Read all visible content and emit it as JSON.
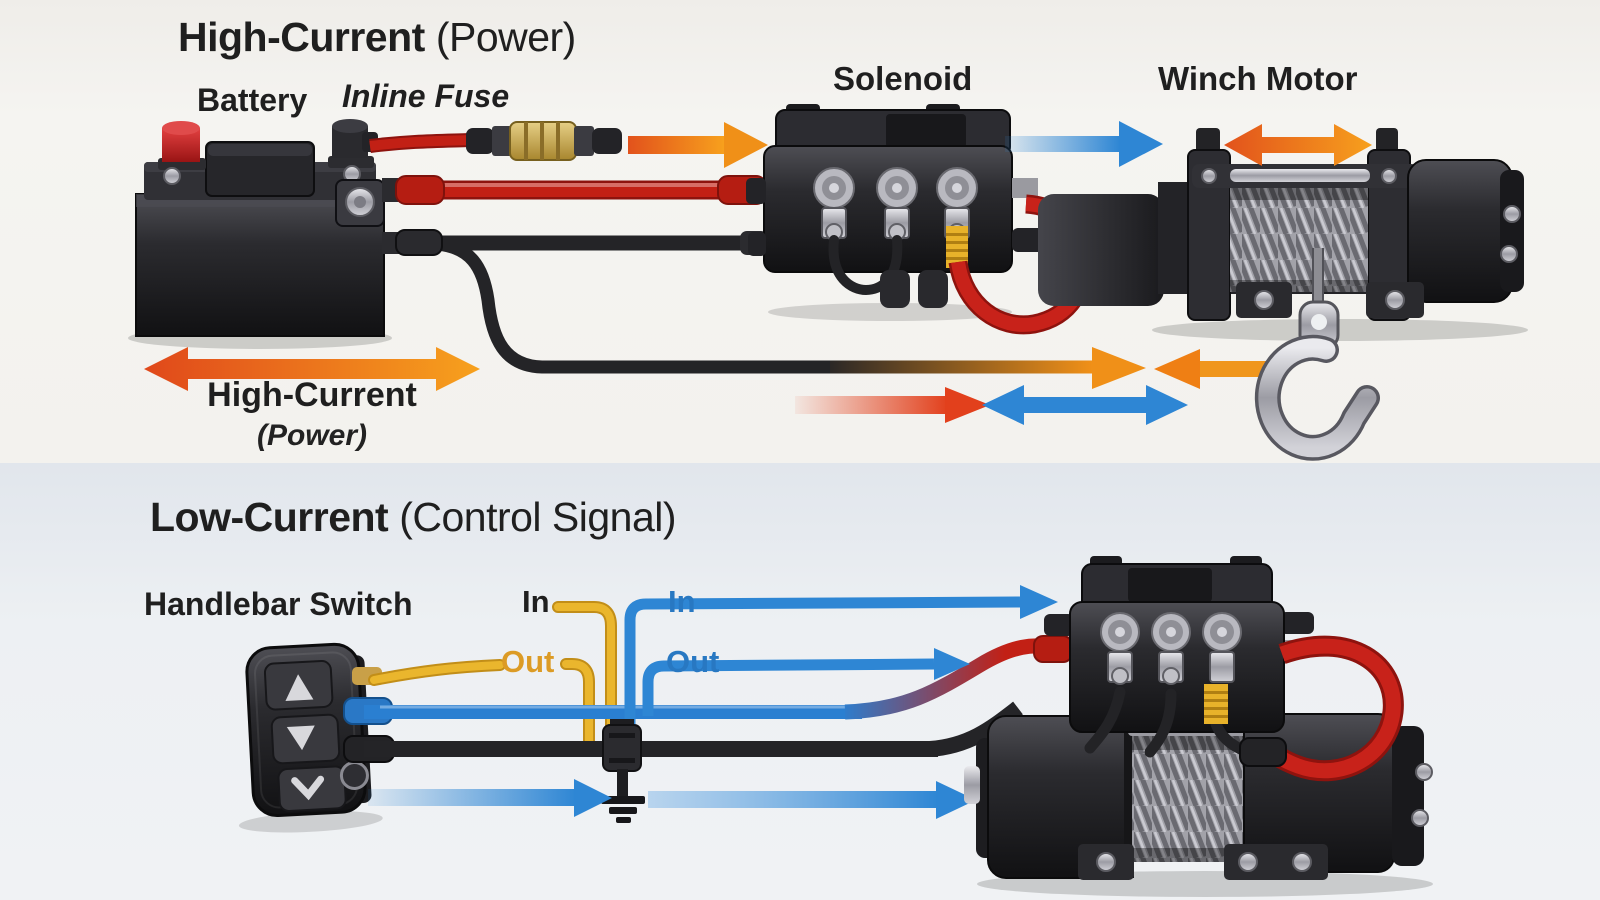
{
  "diagram": {
    "top_section": {
      "title_bold": "High-Current",
      "title_paren": "(Power)",
      "battery_label": "Battery",
      "inline_fuse_label": "Inline Fuse",
      "solenoid_label": "Solenoid",
      "winch_motor_label": "Winch Motor",
      "flow_label_bold": "High-Current",
      "flow_label_paren": "(Power)"
    },
    "bottom_section": {
      "title_bold": "Low-Current",
      "title_paren": "(Control Signal)",
      "handlebar_switch_label": "Handlebar Switch",
      "switch_in_label": "In",
      "switch_out_label": "Out",
      "solenoid_in_label": "In",
      "solenoid_out_label": "Out"
    },
    "colors": {
      "power_orange": "#F0921E",
      "signal_blue": "#2E86D4",
      "wire_red": "#C22015",
      "wire_yellow": "#E8B22A",
      "wire_black": "#242427",
      "label_orange": "#DC9B25",
      "label_blue": "#2878C2",
      "label_dark": "#1F1F1F"
    }
  }
}
